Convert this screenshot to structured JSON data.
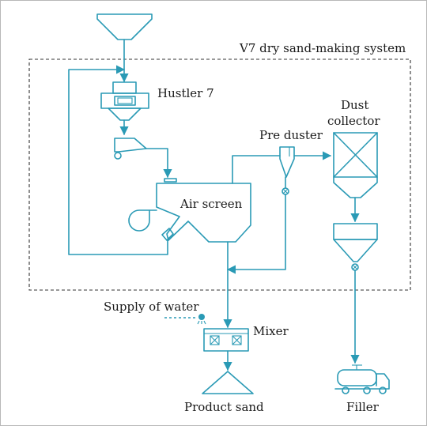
{
  "diagram": {
    "system_label": "V7 dry sand-making system",
    "labels": {
      "hustler": "Hustler 7",
      "dust_collector_line1": "Dust",
      "dust_collector_line2": "collector",
      "pre_duster": "Pre duster",
      "air_screen": "Air screen",
      "supply_water": "Supply of water",
      "mixer": "Mixer",
      "product_sand": "Product sand",
      "filler": "Filler"
    },
    "colors": {
      "line": "#2a9ab5",
      "dashed_border": "#333333",
      "text": "#1a1a1a"
    }
  }
}
